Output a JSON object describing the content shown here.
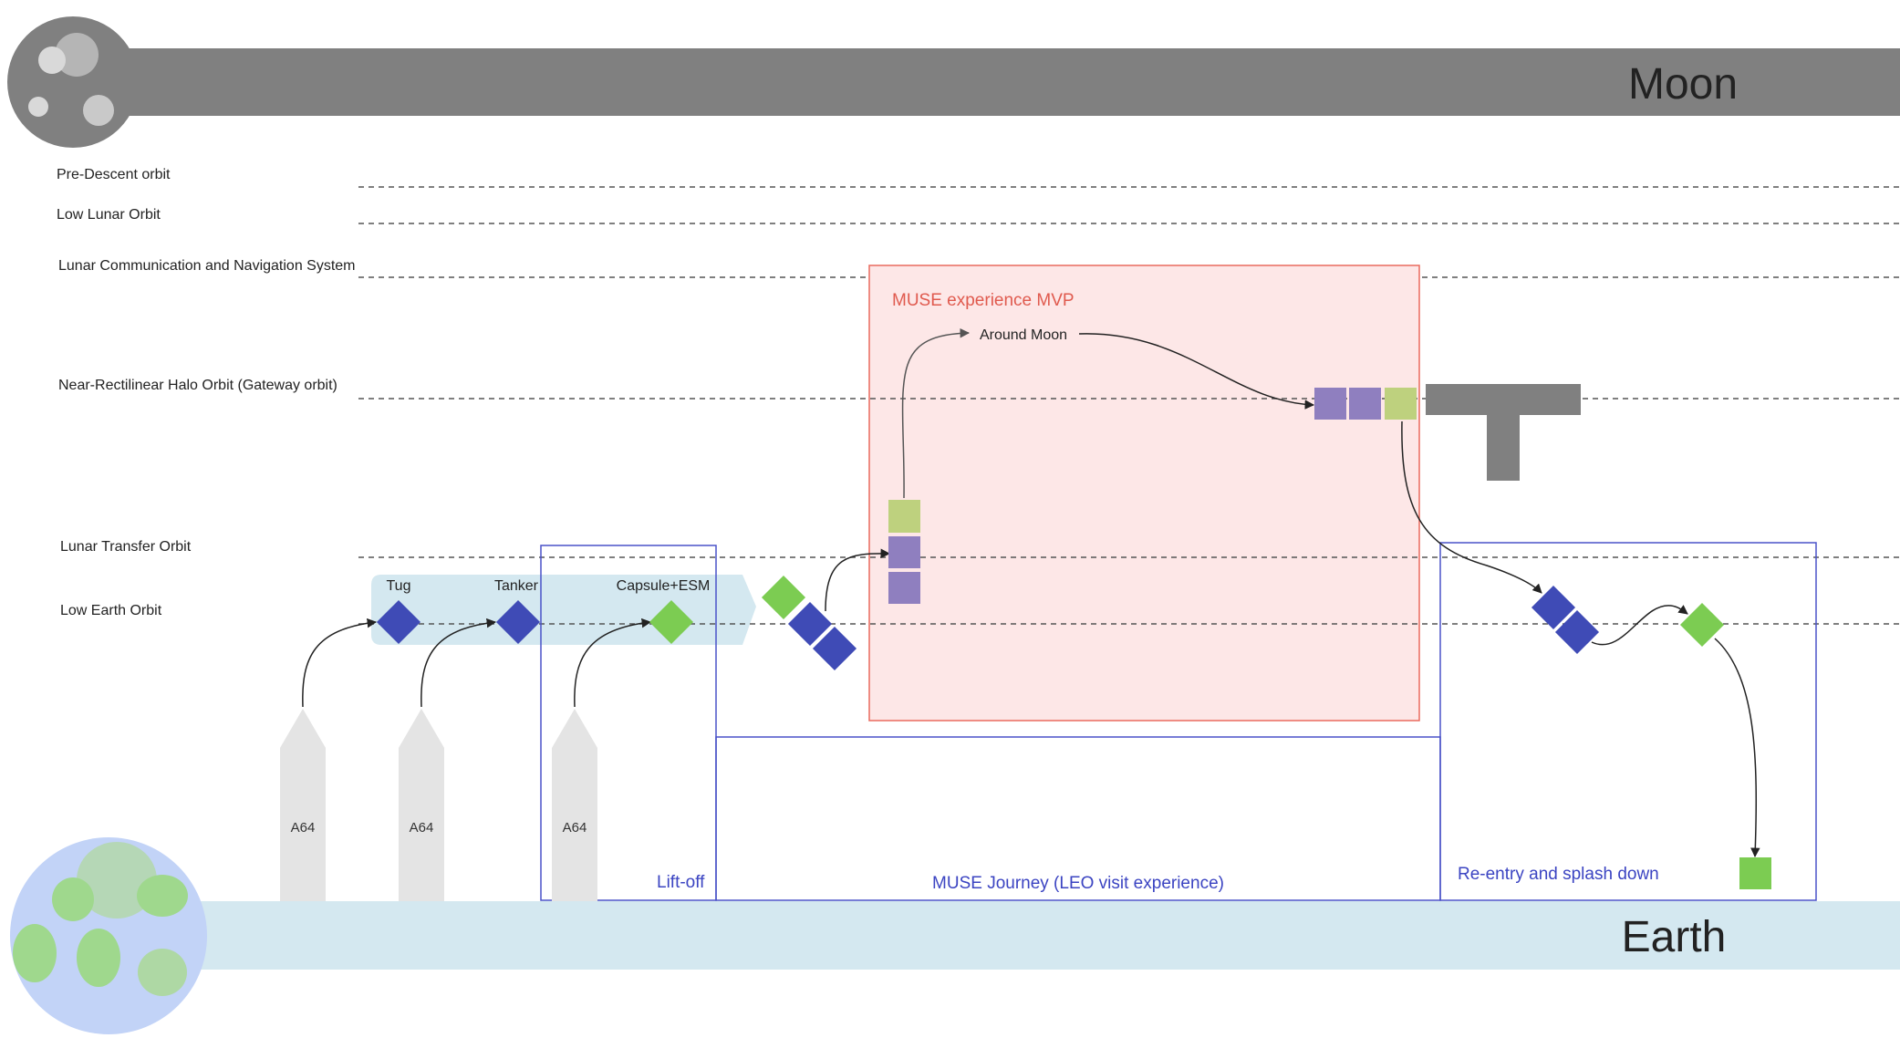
{
  "bodies": {
    "moon": {
      "label": "Moon",
      "band_color": "#808080"
    },
    "earth": {
      "label": "Earth",
      "band_color": "#d4e8f0"
    }
  },
  "orbits": [
    {
      "id": "pre-descent",
      "label": "Pre-Descent orbit"
    },
    {
      "id": "low-lunar",
      "label": "Low Lunar Orbit"
    },
    {
      "id": "lcns",
      "label": "Lunar Communication and Navigation System"
    },
    {
      "id": "nrho",
      "label": "Near-Rectilinear Halo Orbit (Gateway orbit)"
    },
    {
      "id": "lto",
      "label": "Lunar Transfer Orbit"
    },
    {
      "id": "leo",
      "label": "Low Earth Orbit"
    }
  ],
  "rockets": [
    {
      "label": "A64"
    },
    {
      "label": "A64"
    },
    {
      "label": "A64"
    }
  ],
  "payloads": {
    "tug": "Tug",
    "tanker": "Tanker",
    "capsule": "Capsule+ESM"
  },
  "regions": {
    "mvp": "MUSE experience MVP",
    "around_moon": "Around Moon",
    "liftoff": "Lift-off",
    "journey": "MUSE Journey (LEO visit experience)",
    "reentry": "Re-entry and splash down"
  },
  "colors": {
    "blue_module": "#3f4bb6",
    "green_module": "#7ccc52",
    "light_green_module": "#bed17e",
    "purple_module": "#8f7fbf",
    "mvp_fill": "#fde7e7",
    "mvp_stroke": "#ea6a5e",
    "region_stroke": "#4a52c8",
    "leo_band": "#d4e8f0",
    "rocket": "#e4e4e4",
    "gateway": "#808080"
  }
}
